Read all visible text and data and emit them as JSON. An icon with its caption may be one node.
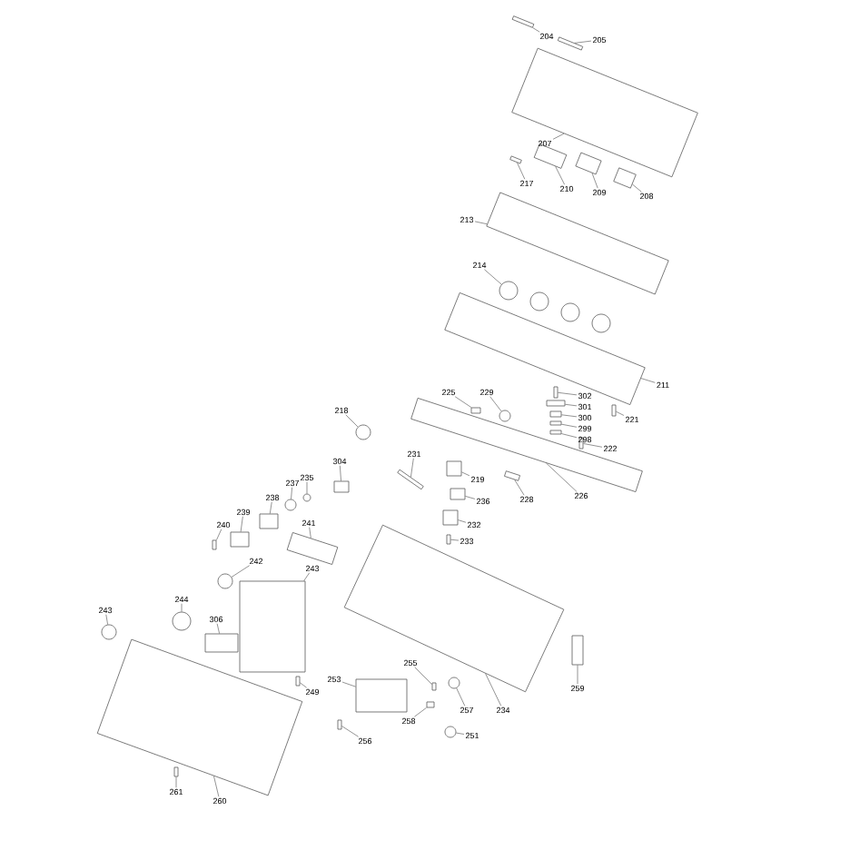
{
  "diagram": {
    "nodes": [
      {
        "text": [
          "204"
        ]
      },
      {
        "text": [
          "205"
        ]
      },
      {
        "text": [
          "207"
        ]
      },
      {
        "text": [
          "217"
        ]
      },
      {
        "text": [
          "209"
        ]
      },
      {
        "text": [
          "208"
        ]
      },
      {
        "text": [
          "210"
        ]
      },
      {
        "text": [
          "213"
        ]
      },
      {
        "text": [
          "214"
        ]
      },
      {
        "text": [
          "211"
        ]
      },
      {
        "text": [
          "221"
        ]
      },
      {
        "text": [
          "218"
        ]
      },
      {
        "text": [
          "229"
        ]
      },
      {
        "text": [
          "225"
        ]
      },
      {
        "text": [
          "302"
        ]
      },
      {
        "text": [
          "301"
        ]
      },
      {
        "text": [
          "300"
        ]
      },
      {
        "text": [
          "299"
        ]
      },
      {
        "text": [
          "298"
        ]
      },
      {
        "text": [
          "222"
        ]
      },
      {
        "text": [
          "231"
        ]
      },
      {
        "text": [
          "219"
        ]
      },
      {
        "text": [
          "236"
        ]
      },
      {
        "text": [
          "228"
        ]
      },
      {
        "text": [
          "226"
        ]
      },
      {
        "text": [
          "232"
        ]
      },
      {
        "text": [
          "233"
        ]
      },
      {
        "text": [
          "304"
        ]
      },
      {
        "text": [
          "237"
        ]
      },
      {
        "text": [
          "235"
        ]
      },
      {
        "text": [
          "238"
        ]
      },
      {
        "text": [
          "239"
        ]
      },
      {
        "text": [
          "240"
        ]
      },
      {
        "text": [
          "241"
        ]
      },
      {
        "text": [
          "242"
        ]
      },
      {
        "text": [
          "243"
        ]
      },
      {
        "text": [
          "244"
        ]
      },
      {
        "text": [
          "306"
        ]
      },
      {
        "text": [
          "243"
        ]
      },
      {
        "text": [
          "249"
        ]
      },
      {
        "text": [
          "253"
        ]
      },
      {
        "text": [
          "256"
        ]
      },
      {
        "text": [
          "261"
        ]
      },
      {
        "text": [
          "260"
        ]
      },
      {
        "text": [
          "255"
        ]
      },
      {
        "text": [
          "257"
        ]
      },
      {
        "text": [
          "258"
        ]
      },
      {
        "text": [
          "234"
        ]
      },
      {
        "text": [
          "251"
        ]
      },
      {
        "text": [
          "259"
        ]
      },
      {
        "text": [],
        "shape": "box"
      },
      {
        "text": [],
        "shape": "box"
      },
      {
        "text": [],
        "shape": "box"
      },
      {
        "text": [],
        "shape": "box"
      },
      {
        "text": [],
        "shape": "box"
      },
      {
        "text": [],
        "shape": "box"
      },
      {
        "text": [],
        "shape": "box"
      },
      {
        "text": [],
        "shape": "box"
      },
      {
        "text": [],
        "shape": "circle"
      },
      {
        "text": [],
        "shape": "box"
      },
      {
        "text": [],
        "shape": "box"
      },
      {
        "text": [],
        "shape": "circle"
      },
      {
        "text": [],
        "shape": "circle"
      },
      {
        "text": [],
        "shape": "box"
      },
      {
        "text": [],
        "shape": "box"
      },
      {
        "text": [],
        "shape": "box"
      },
      {
        "text": [],
        "shape": "box"
      },
      {
        "text": [],
        "shape": "box"
      },
      {
        "text": [],
        "shape": "box"
      },
      {
        "text": [],
        "shape": "box"
      },
      {
        "text": [],
        "shape": "box"
      },
      {
        "text": [],
        "shape": "box"
      },
      {
        "text": [],
        "shape": "box"
      },
      {
        "text": [],
        "shape": "box"
      },
      {
        "text": [],
        "shape": "box"
      },
      {
        "text": [],
        "shape": "box"
      },
      {
        "text": [],
        "shape": "box"
      },
      {
        "text": [],
        "shape": "box"
      },
      {
        "text": [],
        "shape": "circle"
      },
      {
        "text": [],
        "shape": "circle"
      },
      {
        "text": [],
        "shape": "box"
      },
      {
        "text": [],
        "shape": "box"
      },
      {
        "text": [],
        "shape": "box"
      },
      {
        "text": [],
        "shape": "box"
      },
      {
        "text": [],
        "shape": "circle"
      },
      {
        "text": [],
        "shape": "box"
      },
      {
        "text": [],
        "shape": "circle"
      },
      {
        "text": [],
        "shape": "box"
      },
      {
        "text": [],
        "shape": "circle"
      },
      {
        "text": [],
        "shape": "box"
      },
      {
        "text": [],
        "shape": "box"
      },
      {
        "text": [],
        "shape": "box"
      },
      {
        "text": [],
        "shape": "box"
      },
      {
        "text": [],
        "shape": "box"
      },
      {
        "text": [],
        "shape": "box"
      },
      {
        "text": [],
        "shape": "circle"
      },
      {
        "text": [],
        "shape": "box"
      },
      {
        "text": [],
        "shape": "box"
      },
      {
        "text": [],
        "shape": "circle"
      },
      {
        "text": [],
        "shape": "box"
      }
    ],
    "edges": [
      {
        "from": 0,
        "to": 50,
        "arrow": "none"
      },
      {
        "from": 1,
        "to": 51,
        "arrow": "none"
      },
      {
        "from": 2,
        "to": 52,
        "arrow": "none"
      },
      {
        "from": 3,
        "to": 53,
        "arrow": "none"
      },
      {
        "from": 4,
        "to": 54,
        "arrow": "none"
      },
      {
        "from": 5,
        "to": 55,
        "arrow": "none"
      },
      {
        "from": 6,
        "to": 56,
        "arrow": "none"
      },
      {
        "from": 7,
        "to": 57,
        "arrow": "none"
      },
      {
        "from": 8,
        "to": 58,
        "arrow": "none"
      },
      {
        "from": 9,
        "to": 59,
        "arrow": "none"
      },
      {
        "from": 10,
        "to": 60,
        "arrow": "none"
      },
      {
        "from": 11,
        "to": 61,
        "arrow": "none"
      },
      {
        "from": 12,
        "to": 62,
        "arrow": "none"
      },
      {
        "from": 13,
        "to": 63,
        "arrow": "none"
      },
      {
        "from": 14,
        "to": 64,
        "arrow": "none"
      },
      {
        "from": 15,
        "to": 65,
        "arrow": "none"
      },
      {
        "from": 16,
        "to": 66,
        "arrow": "none"
      },
      {
        "from": 17,
        "to": 67,
        "arrow": "none"
      },
      {
        "from": 18,
        "to": 68,
        "arrow": "none"
      },
      {
        "from": 19,
        "to": 69,
        "arrow": "none"
      },
      {
        "from": 20,
        "to": 70,
        "arrow": "none"
      },
      {
        "from": 21,
        "to": 71,
        "arrow": "none"
      },
      {
        "from": 22,
        "to": 72,
        "arrow": "none"
      },
      {
        "from": 23,
        "to": 73,
        "arrow": "none"
      },
      {
        "from": 24,
        "to": 74,
        "arrow": "none"
      },
      {
        "from": 25,
        "to": 75,
        "arrow": "none"
      },
      {
        "from": 26,
        "to": 76,
        "arrow": "none"
      },
      {
        "from": 27,
        "to": 77,
        "arrow": "none"
      },
      {
        "from": 28,
        "to": 78,
        "arrow": "none"
      },
      {
        "from": 29,
        "to": 79,
        "arrow": "none"
      },
      {
        "from": 30,
        "to": 80,
        "arrow": "none"
      },
      {
        "from": 31,
        "to": 81,
        "arrow": "none"
      },
      {
        "from": 32,
        "to": 82,
        "arrow": "none"
      },
      {
        "from": 33,
        "to": 83,
        "arrow": "none"
      },
      {
        "from": 34,
        "to": 84,
        "arrow": "none"
      },
      {
        "from": 35,
        "to": 85,
        "arrow": "none"
      },
      {
        "from": 36,
        "to": 86,
        "arrow": "none"
      },
      {
        "from": 37,
        "to": 87,
        "arrow": "none"
      },
      {
        "from": 38,
        "to": 88,
        "arrow": "none"
      },
      {
        "from": 39,
        "to": 89,
        "arrow": "none"
      },
      {
        "from": 40,
        "to": 90,
        "arrow": "none"
      },
      {
        "from": 41,
        "to": 91,
        "arrow": "none"
      },
      {
        "from": 42,
        "to": 92,
        "arrow": "none"
      },
      {
        "from": 43,
        "to": 93,
        "arrow": "none"
      },
      {
        "from": 44,
        "to": 94,
        "arrow": "none"
      },
      {
        "from": 45,
        "to": 95,
        "arrow": "none"
      },
      {
        "from": 46,
        "to": 96,
        "arrow": "none"
      },
      {
        "from": 47,
        "to": 97,
        "arrow": "none"
      },
      {
        "from": 48,
        "to": 98,
        "arrow": "none"
      },
      {
        "from": 49,
        "to": 99,
        "arrow": "none"
      }
    ]
  }
}
